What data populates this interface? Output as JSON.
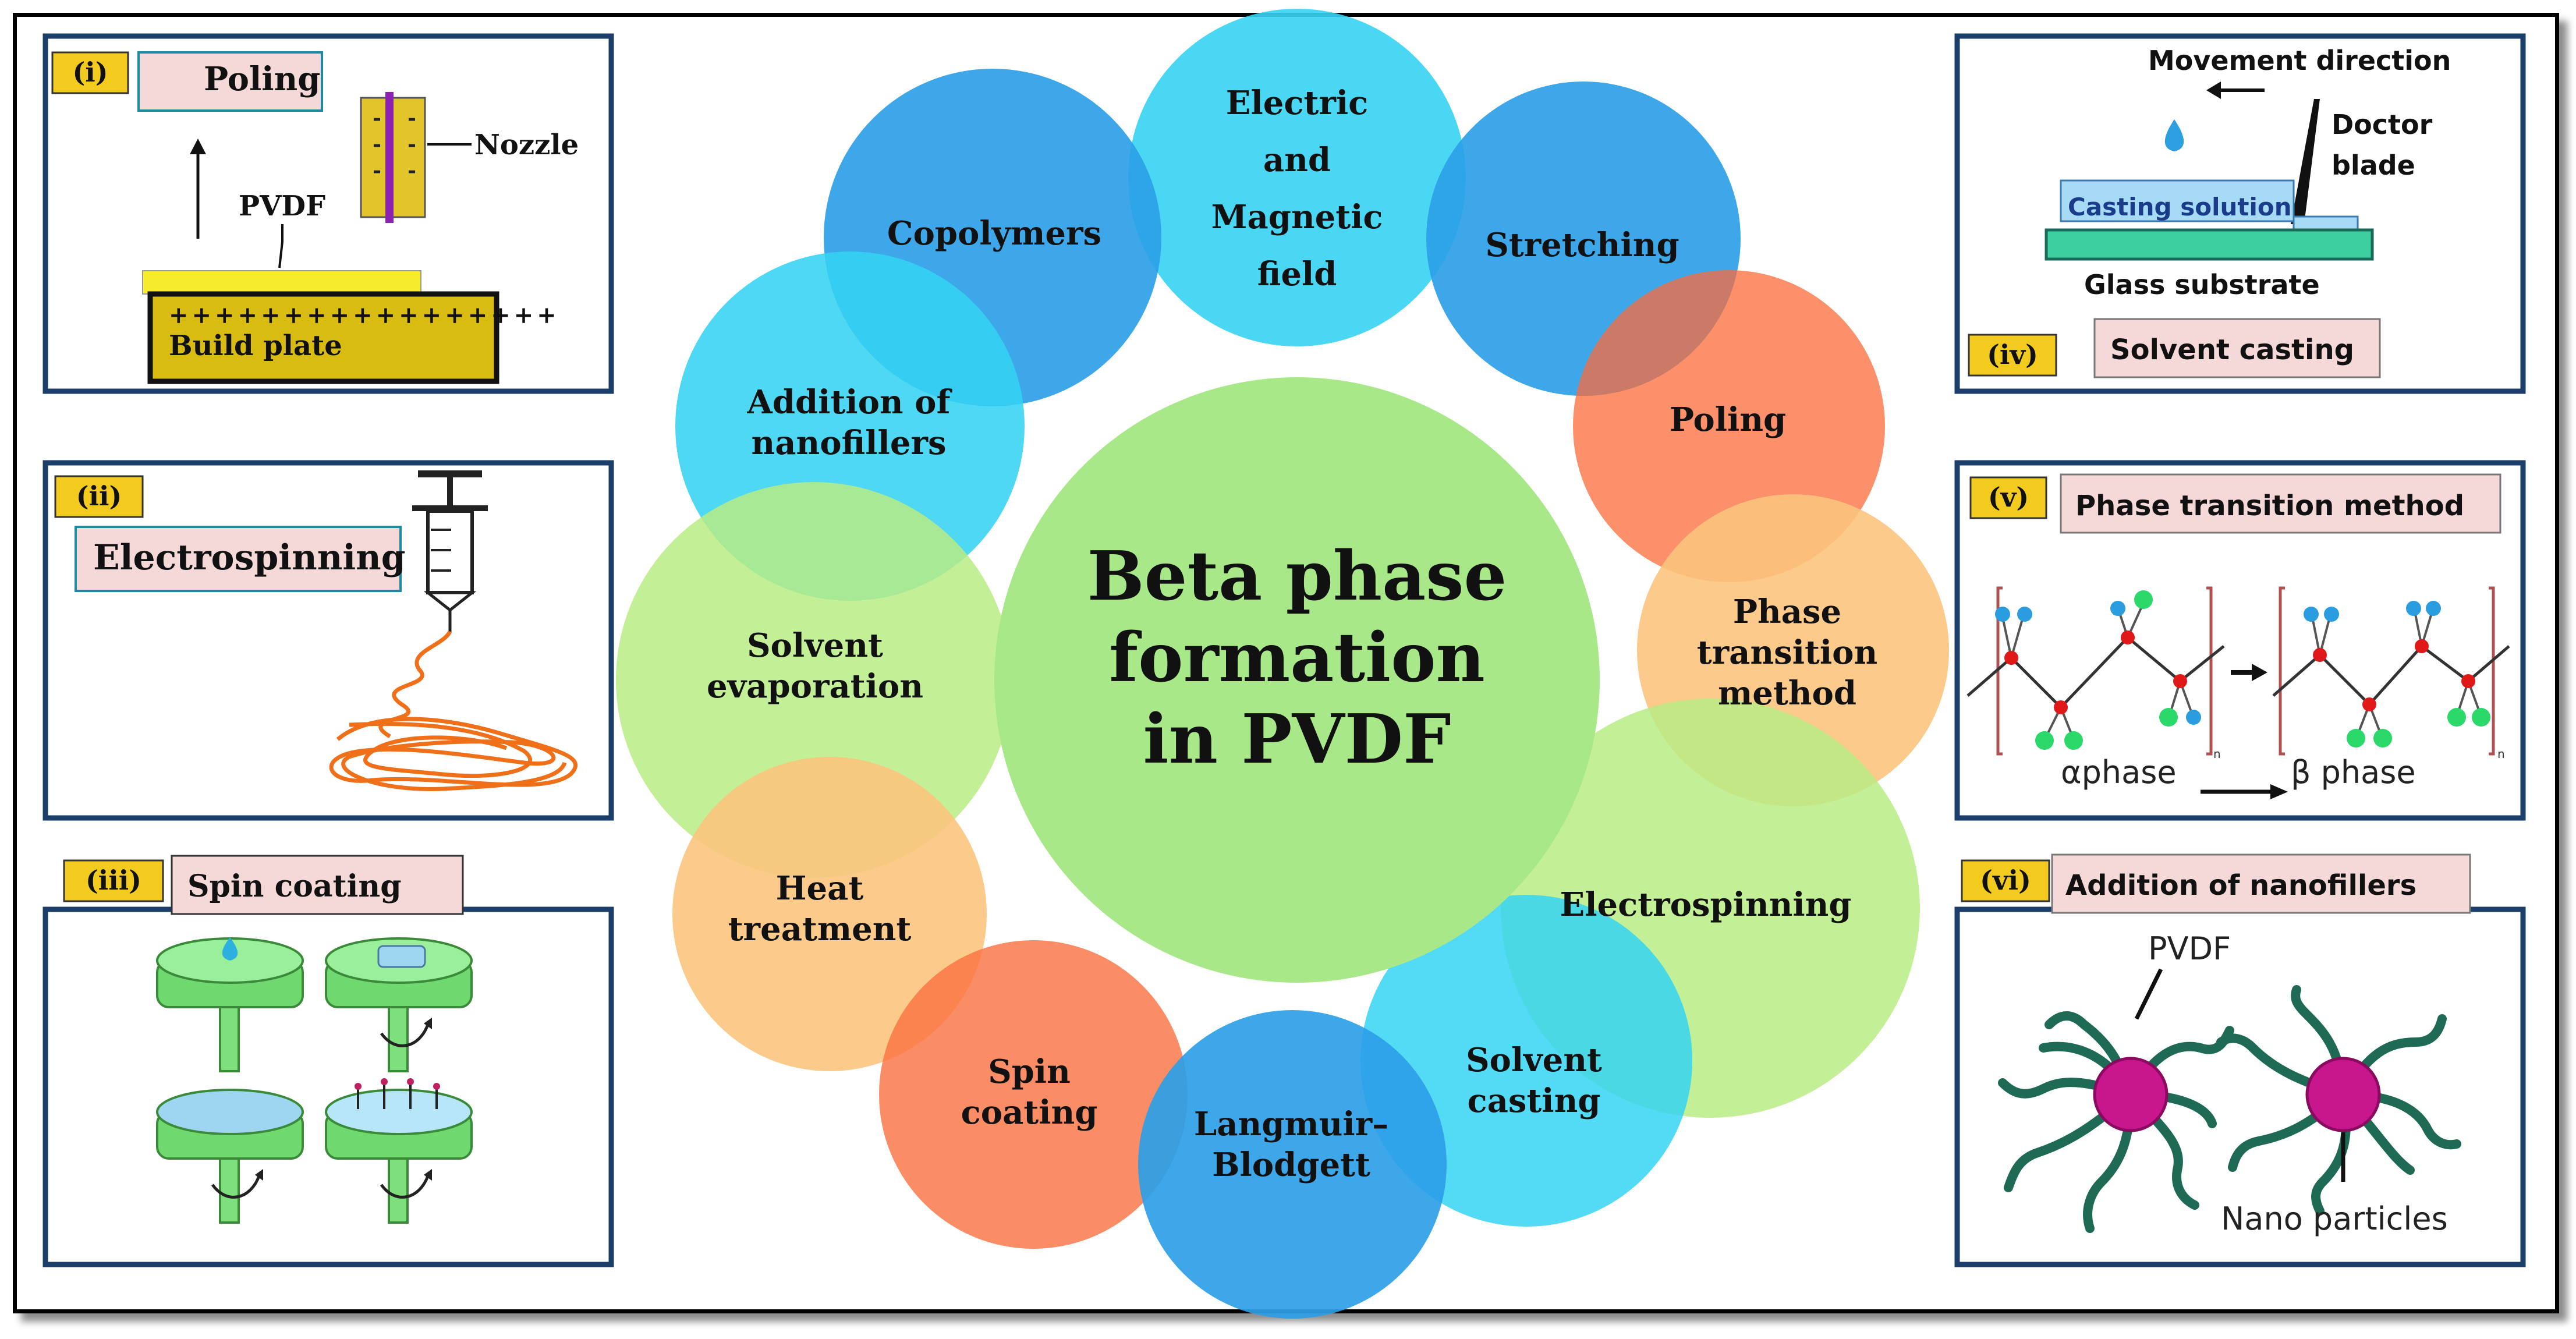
{
  "center": {
    "line1": "Beta phase",
    "line2": "formation",
    "line3": "in PVDF"
  },
  "circles": {
    "electric": {
      "l1": "Electric",
      "l2": "and",
      "l3": "Magnetic",
      "l4": "field"
    },
    "copolymers": {
      "l1": "Copolymers"
    },
    "stretching": {
      "l1": "Stretching"
    },
    "addition": {
      "l1": "Addition of",
      "l2": "nanofillers"
    },
    "poling": {
      "l1": "Poling"
    },
    "phase": {
      "l1": "Phase",
      "l2": "transition",
      "l3": "method"
    },
    "solvent_evap": {
      "l1": "Solvent",
      "l2": "evaporation"
    },
    "electrospinning": {
      "l1": "Electrospinning"
    },
    "heat": {
      "l1": "Heat",
      "l2": "treatment"
    },
    "solvent_cast": {
      "l1": "Solvent",
      "l2": "casting"
    },
    "spin": {
      "l1": "Spin",
      "l2": "coating"
    },
    "langmuir": {
      "l1": "Langmuir–",
      "l2": "Blodgett"
    }
  },
  "panels": {
    "p1": {
      "num": "(i)",
      "title": "Poling",
      "nozzle": "Nozzle",
      "pvdf": "PVDF",
      "plus": "+++++++++++++++++",
      "build": "Build plate",
      "minus": "-"
    },
    "p2": {
      "num": "(ii)",
      "title": "Electrospinning"
    },
    "p3": {
      "num": "(iii)",
      "title": "Spin coating"
    },
    "p4": {
      "num": "(iv)",
      "title": "Solvent casting",
      "movement": "Movement direction",
      "doctor1": "Doctor",
      "doctor2": "blade",
      "casting": "Casting solution",
      "glass": "Glass substrate"
    },
    "p5": {
      "num": "(v)",
      "title": "Phase transition method",
      "alpha": "αphase",
      "beta": "β phase",
      "n": "n"
    },
    "p6": {
      "num": "(vi)",
      "title": "Addition of nanofillers",
      "pvdf": "PVDF",
      "nano": "Nano particles"
    }
  },
  "colors": {
    "blue": "#2d9fe8",
    "cyan": "#35d3f2",
    "orange": "#fb8f62",
    "peach": "#fcc47d",
    "lightgreen": "#b8ec84",
    "center": "#a8e888",
    "panel_border": "#1c3e6b",
    "label_bg": "#f5d9d9"
  }
}
